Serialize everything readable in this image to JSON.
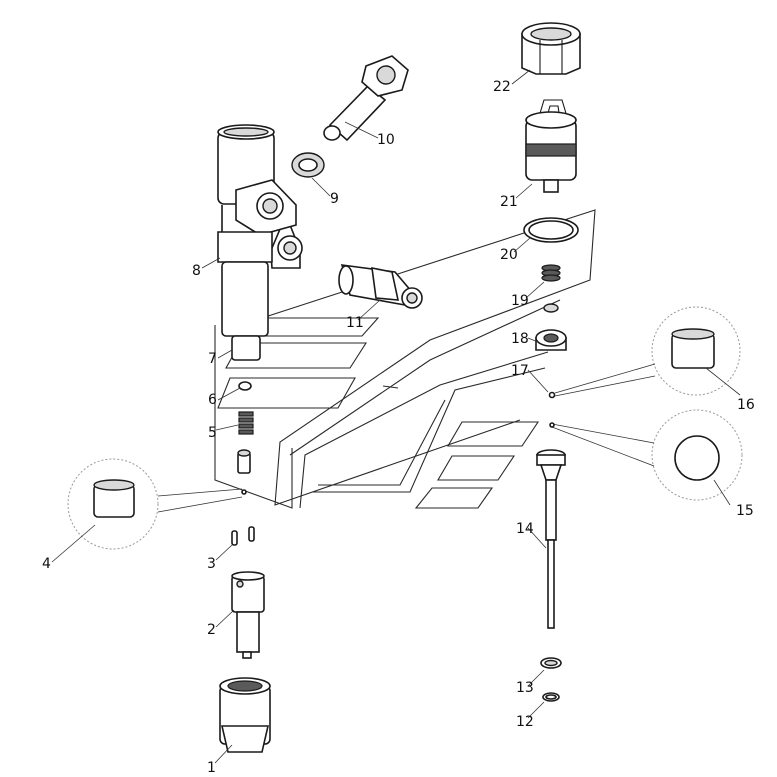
{
  "diagram": {
    "labels": {
      "p1": "1",
      "p2": "2",
      "p3": "3",
      "p4": "4",
      "p5": "5",
      "p6": "6",
      "p7": "7",
      "p8": "8",
      "p9": "9",
      "p10": "10",
      "p11": "11",
      "p12": "12",
      "p13": "13",
      "p14": "14",
      "p15": "15",
      "p16": "16",
      "p17": "17",
      "p18": "18",
      "p19": "19",
      "p20": "20",
      "p21": "21",
      "p22": "22"
    }
  }
}
